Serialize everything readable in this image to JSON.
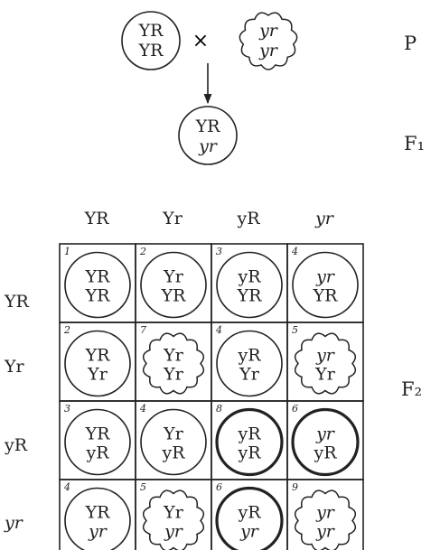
{
  "parents": {
    "left": {
      "top": "YR",
      "bottom": "YR"
    },
    "cross_symbol": "×",
    "right": {
      "top": "yr",
      "bottom": "yr"
    }
  },
  "f1": {
    "top": "YR",
    "bottom": "yr"
  },
  "generation_labels": {
    "p": "P",
    "f1": "F₁",
    "f2": "F₂"
  },
  "punnett": {
    "column_headers": [
      "YR",
      "Yr",
      "yR",
      "yr"
    ],
    "row_headers": [
      "YR",
      "Yr",
      "yR",
      "yr"
    ],
    "cells": [
      [
        {
          "number": "1",
          "top": "YR",
          "bottom": "YR",
          "shape": "round"
        },
        {
          "number": "2",
          "top": "Yr",
          "bottom": "YR",
          "shape": "round"
        },
        {
          "number": "3",
          "top": "yR",
          "bottom": "YR",
          "shape": "round"
        },
        {
          "number": "4",
          "top": "yr",
          "bottom": "YR",
          "shape": "round"
        }
      ],
      [
        {
          "number": "2",
          "top": "YR",
          "bottom": "Yr",
          "shape": "round"
        },
        {
          "number": "7",
          "top": "Yr",
          "bottom": "Yr",
          "shape": "wrinkled"
        },
        {
          "number": "4",
          "top": "yR",
          "bottom": "Yr",
          "shape": "round"
        },
        {
          "number": "5",
          "top": "yr",
          "bottom": "Yr",
          "shape": "wrinkled"
        }
      ],
      [
        {
          "number": "3",
          "top": "YR",
          "bottom": "yR",
          "shape": "round"
        },
        {
          "number": "4",
          "top": "Yr",
          "bottom": "yR",
          "shape": "round"
        },
        {
          "number": "8",
          "top": "yR",
          "bottom": "yR",
          "shape": "round-green"
        },
        {
          "number": "6",
          "top": "yr",
          "bottom": "yR",
          "shape": "round-green"
        }
      ],
      [
        {
          "number": "4",
          "top": "YR",
          "bottom": "yr",
          "shape": "round"
        },
        {
          "number": "5",
          "top": "Yr",
          "bottom": "yr",
          "shape": "wrinkled"
        },
        {
          "number": "6",
          "top": "yR",
          "bottom": "yr",
          "shape": "round-green"
        },
        {
          "number": "9",
          "top": "yr",
          "bottom": "yr",
          "shape": "wrinkled"
        }
      ]
    ]
  }
}
